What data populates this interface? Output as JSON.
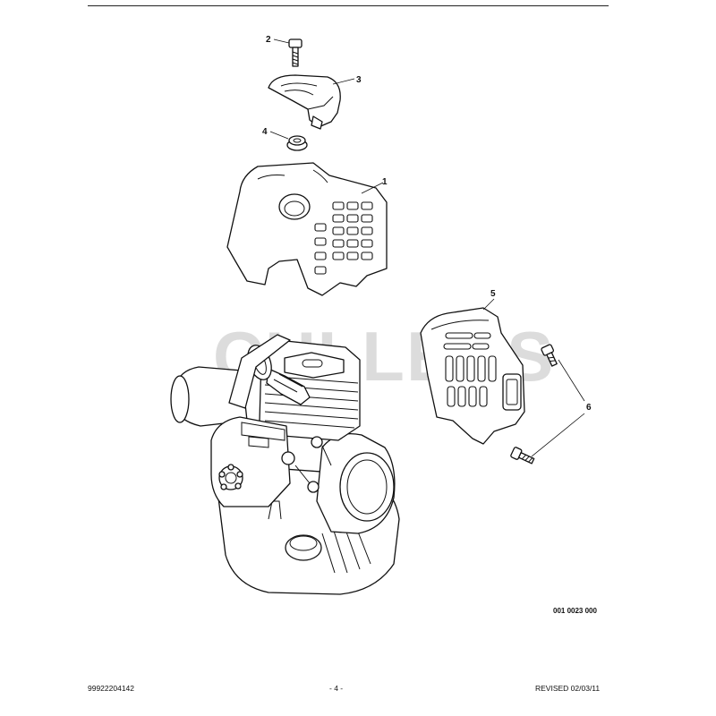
{
  "watermark": "CULLERS",
  "callouts": [
    {
      "number": "2",
      "part": "screw"
    },
    {
      "number": "3",
      "part": "cover-bracket"
    },
    {
      "number": "4",
      "part": "grommet"
    },
    {
      "number": "1",
      "part": "cylinder-shroud"
    },
    {
      "number": "5",
      "part": "muffler-cover"
    },
    {
      "number": "6",
      "part": "screw"
    }
  ],
  "figure_code": "001 0023 000",
  "footer": {
    "doc_number": "99922204142",
    "page": "- 4 -",
    "revision": "REVISED 02/03/11"
  }
}
